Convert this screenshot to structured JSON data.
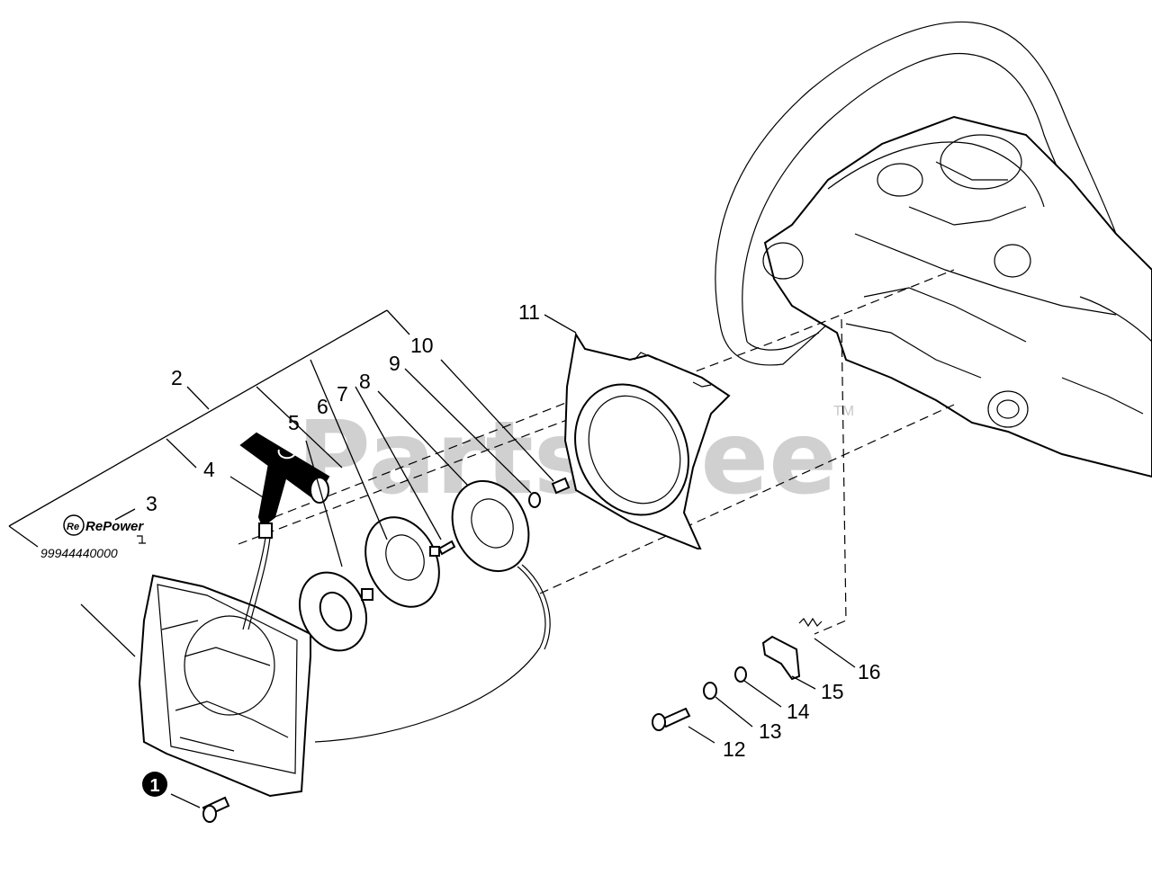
{
  "watermark": {
    "text": "PartsTree",
    "trademark": "TM"
  },
  "logo": {
    "text": "RePower"
  },
  "kit_part_number": "99944440000",
  "callouts": {
    "c1": "1",
    "c2": "2",
    "c3": "3",
    "c4": "4",
    "c5": "5",
    "c6": "6",
    "c7": "7",
    "c8": "8",
    "c9": "9",
    "c10": "10",
    "c11": "11",
    "c12": "12",
    "c13": "13",
    "c14": "14",
    "c15": "15",
    "c16": "16"
  }
}
